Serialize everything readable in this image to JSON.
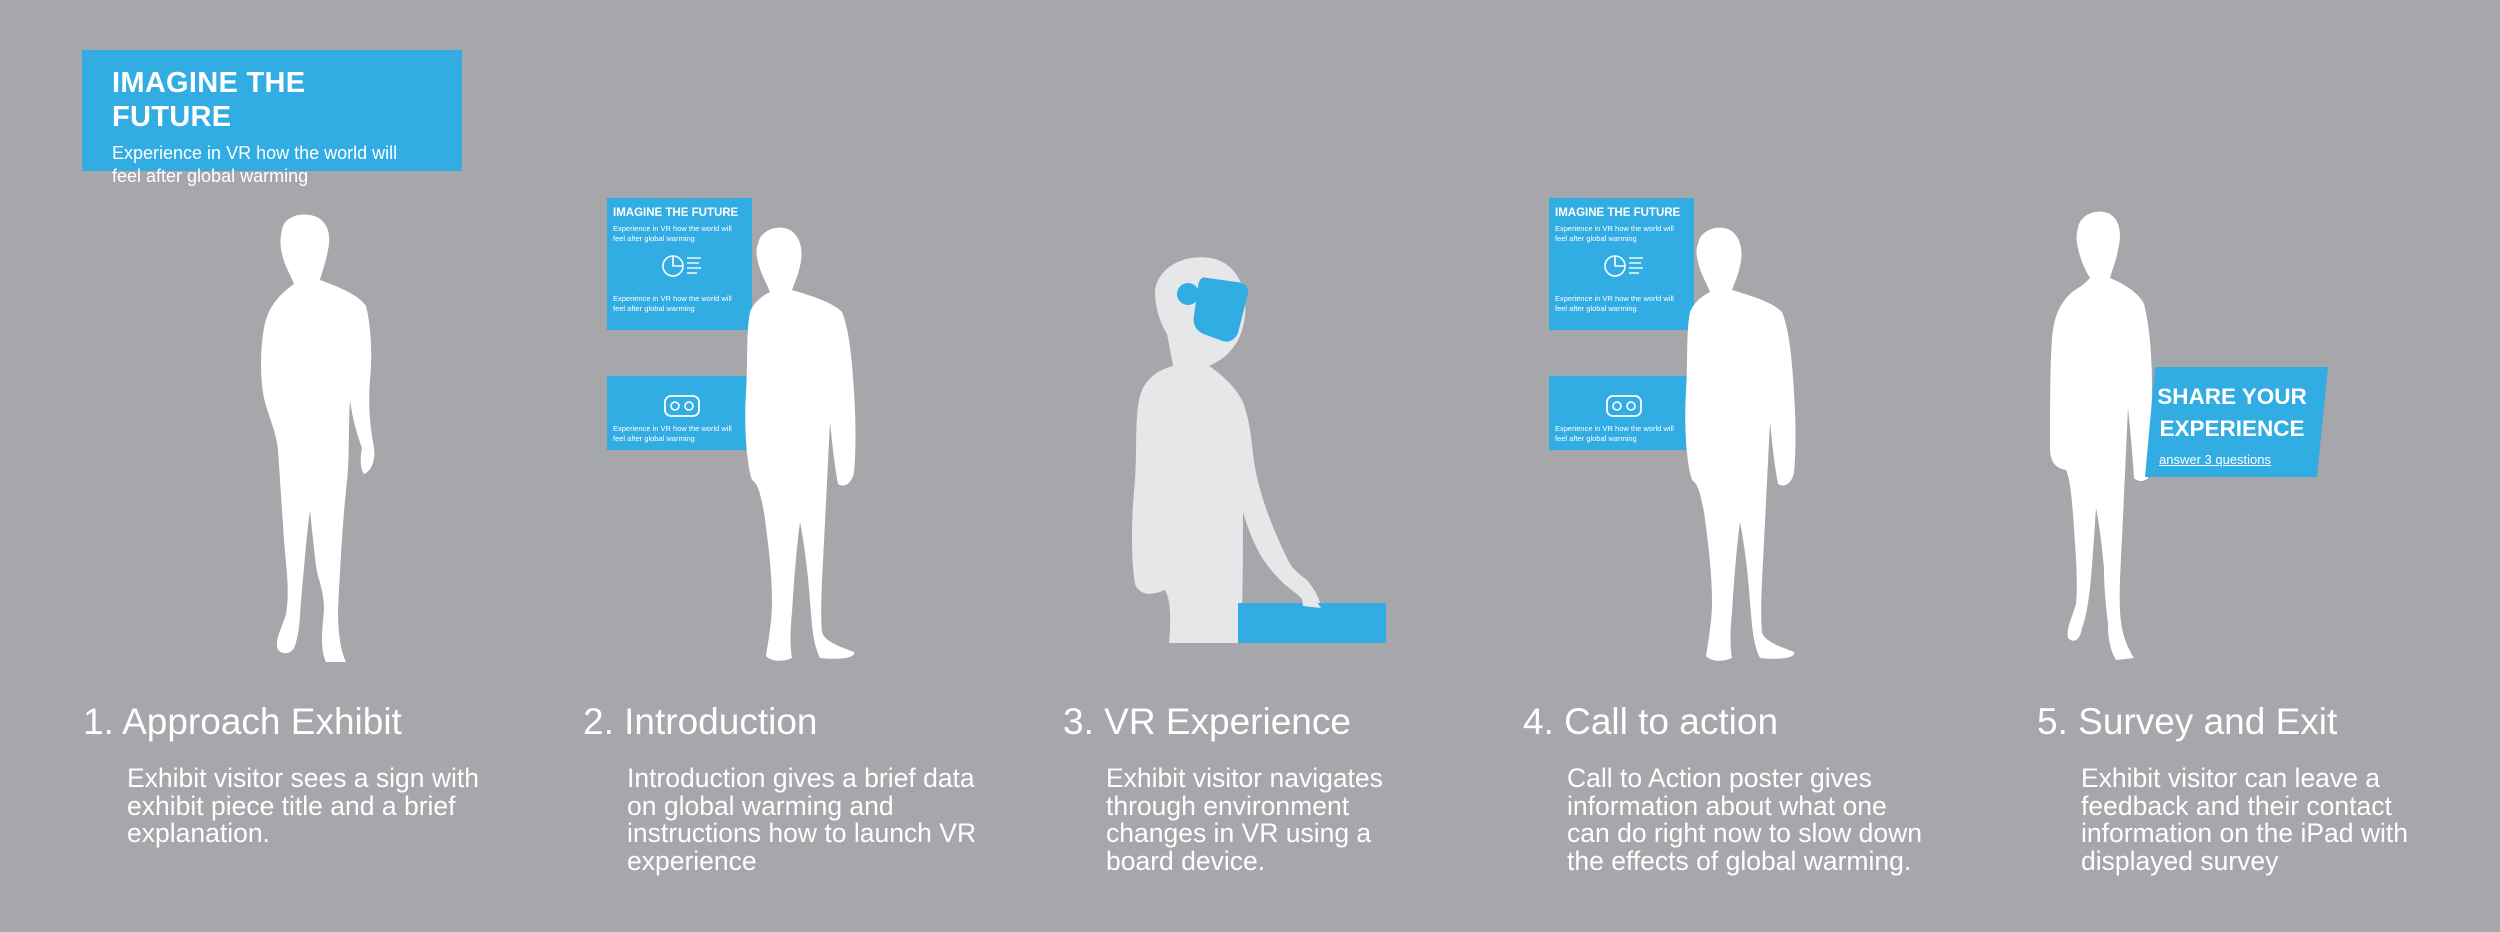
{
  "sign": {
    "title": "IMAGINE THE FUTURE",
    "subtitle": "Experience in VR how the world will feel after global warming"
  },
  "poster": {
    "title": "IMAGINE THE FUTURE",
    "text_top": "Experience in VR how the world will feel after global warming",
    "text_bottom": "Experience in VR how the world will feel after global warming"
  },
  "vr_card": {
    "text": "Experience in VR how the world will feel after global warming"
  },
  "survey": {
    "title": "SHARE YOUR EXPERIENCE",
    "link": "answer 3 questions"
  },
  "steps": [
    {
      "title": "1. Approach Exhibit",
      "description": "Exhibit visitor sees a sign with exhibit piece title and a brief explanation."
    },
    {
      "title": "2. Introduction",
      "description": "Introduction gives a brief data on global warming and instructions how to launch VR experience"
    },
    {
      "title": "3. VR Experience",
      "description": "Exhibit visitor navigates through environment changes in VR using a board device."
    },
    {
      "title": "4. Call to action",
      "description": "Call to Action poster gives information about what one can do right now to slow down the effects of global warming."
    },
    {
      "title": "5. Survey and Exit",
      "description": "Exhibit visitor can leave a feedback and their contact information on the iPad with displayed survey"
    }
  ],
  "colors": {
    "background": "#a6a7aa",
    "accent": "#31ade3",
    "figure": "#ffffff",
    "figure_vr": "#e6e7e8"
  }
}
